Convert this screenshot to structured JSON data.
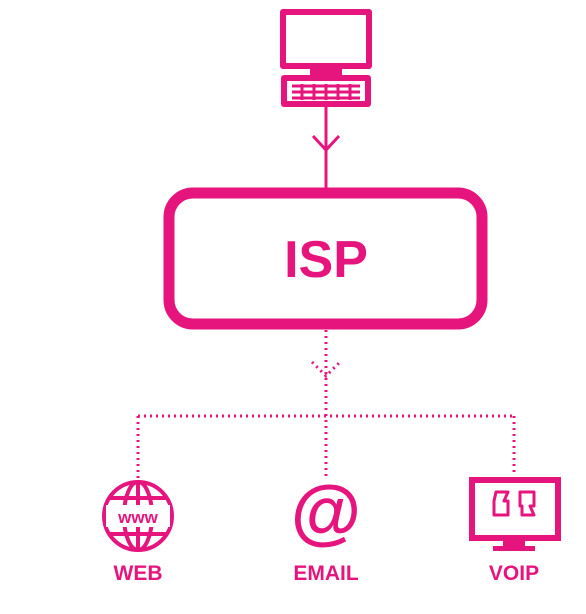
{
  "colors": {
    "accent": "#e6157e",
    "background": "#ffffff"
  },
  "center": {
    "label": "ISP"
  },
  "top_device": {
    "icon": "desktop-computer-icon"
  },
  "services": [
    {
      "label": "WEB",
      "icon": "www-globe-icon"
    },
    {
      "label": "EMAIL",
      "icon": "at-sign-icon"
    },
    {
      "label": "VOIP",
      "icon": "monitor-quote-icon"
    }
  ]
}
